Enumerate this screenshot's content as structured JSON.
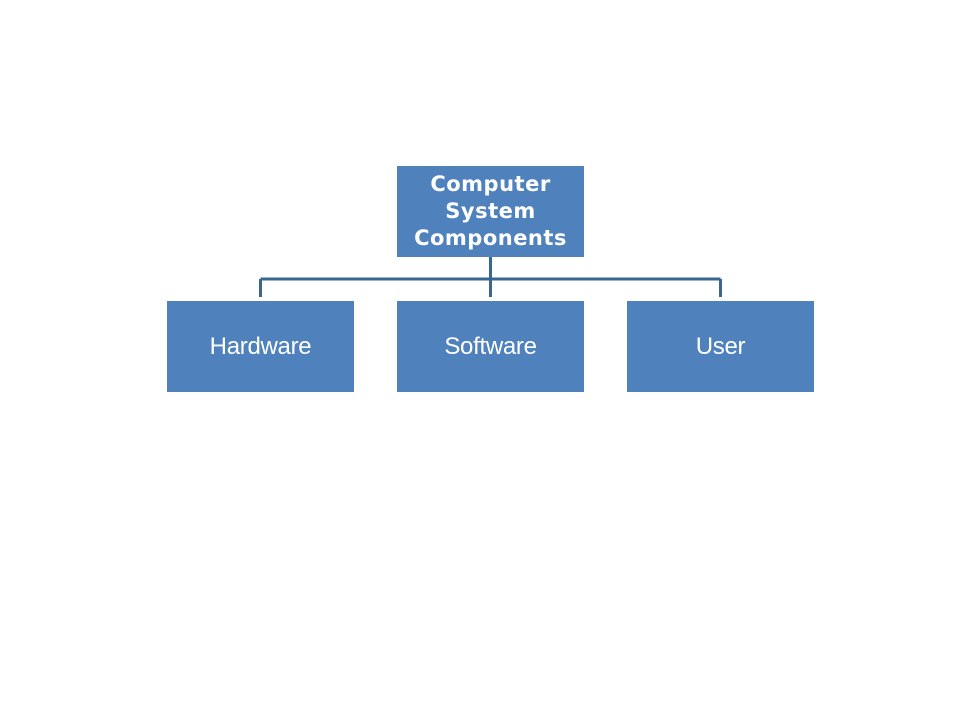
{
  "diagram": {
    "root": {
      "label": "Computer\nSystem\nComponents"
    },
    "children": [
      {
        "label": "Hardware"
      },
      {
        "label": "Software"
      },
      {
        "label": "User"
      }
    ],
    "colors": {
      "box_fill": "#4f81bd",
      "connector": "#3a6791",
      "text": "#ffffff",
      "background": "#ffffff"
    }
  }
}
